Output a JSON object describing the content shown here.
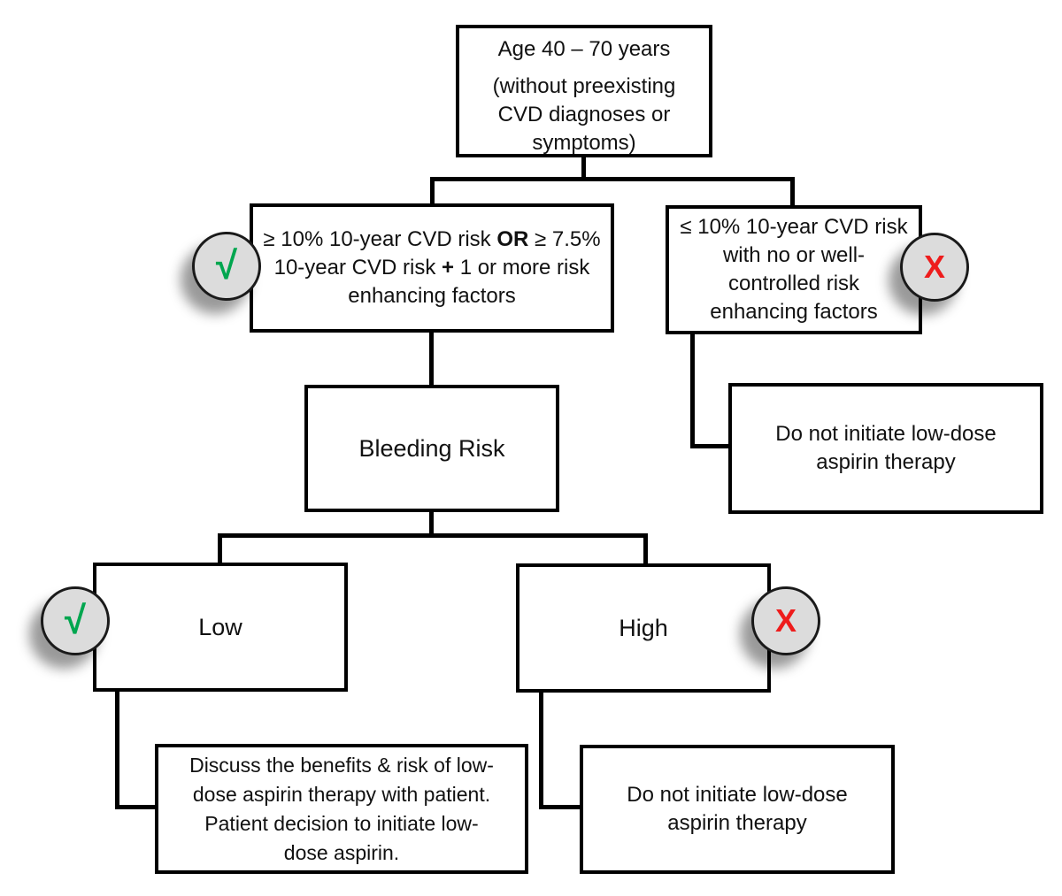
{
  "canvas": {
    "background": "#ffffff",
    "line_color": "#000000",
    "box_border_color": "#000000",
    "box_fill": "#ffffff",
    "text_color": "#111111"
  },
  "markers": {
    "yes_glyph": "√",
    "no_glyph": "X",
    "yes_color": "#00a64f",
    "no_color": "#ee1c1c",
    "circle_fill": "#dcdcdc",
    "circle_border": "#1a1a1a"
  },
  "nodes": {
    "age": {
      "para1": "Age 40 – 70 years",
      "para2_lines": [
        "(without preexisting",
        "CVD diagnoses or",
        "symptoms)"
      ]
    },
    "eligible_risk": {
      "l1a": "≥ 10% 10-year CVD risk",
      "l1b": "OR",
      "l1c": "≥ 7.5%",
      "l2a": "10-year CVD risk",
      "l2b": "+",
      "l2c": "1 or more risk",
      "l3": "enhancing factors"
    },
    "ineligible_risk": {
      "lines": [
        "≤ 10% 10-year CVD risk",
        "with no or well-",
        "controlled risk",
        "enhancing factors"
      ]
    },
    "bleeding_risk": {
      "label": "Bleeding Risk"
    },
    "do_not_initiate_upper": {
      "lines": [
        "Do not initiate low-dose",
        "aspirin therapy"
      ]
    },
    "low": {
      "label": "Low"
    },
    "high": {
      "label": "High"
    },
    "discuss": {
      "lines": [
        "Discuss the benefits & risk of low-",
        "dose aspirin therapy with patient.",
        "Patient decision to initiate low-",
        "dose aspirin."
      ]
    },
    "do_not_initiate_lower": {
      "lines": [
        "Do not initiate low-dose",
        "aspirin therapy"
      ]
    }
  }
}
